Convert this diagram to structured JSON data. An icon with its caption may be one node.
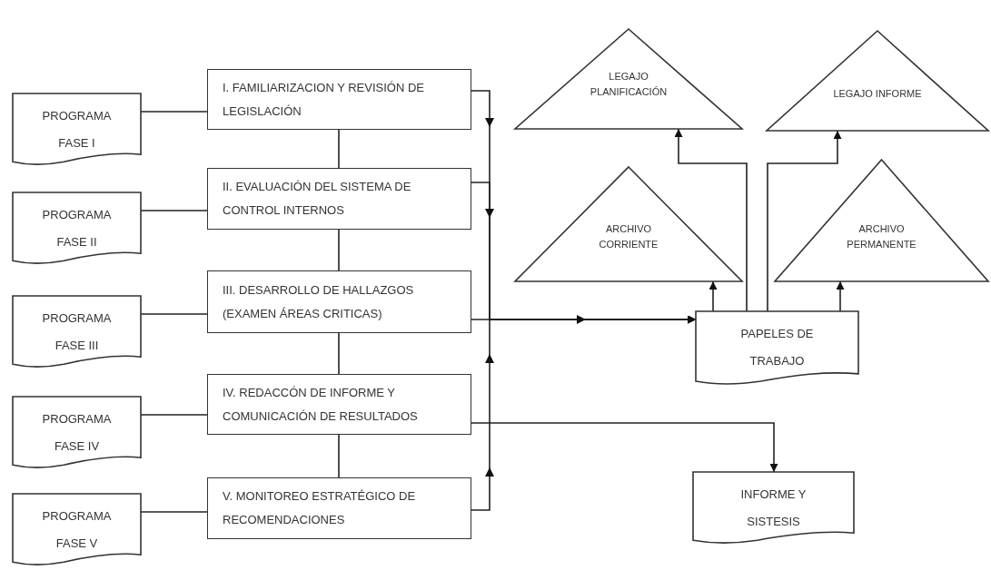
{
  "diagram": {
    "nodes": [
      {
        "text": [
          "I. FAMILIARIZACION Y REVISIÓN DE LEGISLACIÓN"
        ]
      },
      {
        "text": [
          "II.  EVALUACIÓN  DEL SISTEMA DE CONTROL INTERNOS"
        ]
      },
      {
        "text": [
          "III. DESARROLLO DE HALLAZGOS (EXAMEN ÁREAS CRITICAS)"
        ]
      },
      {
        "text": [
          "IV. REDACCÓN DE INFORME Y COMUNICACIÓN DE RESULTADOS"
        ]
      },
      {
        "text": [
          "V. MONITOREO ESTRATÉGICO DE RECOMENDACIONES"
        ]
      },
      {
        "text": [
          "PROGRAMA FASE I"
        ]
      },
      {
        "text": [
          "PROGRAMA FASE II"
        ]
      },
      {
        "text": [
          "PROGRAMA FASE III"
        ]
      },
      {
        "text": [
          "PROGRAMA FASE IV"
        ]
      },
      {
        "text": [
          "PROGRAMA FASE V"
        ]
      },
      {
        "text": [
          "LEGAJO PLANIFICACIÓN"
        ]
      },
      {
        "text": [
          "LEGAJO INFORME"
        ]
      },
      {
        "text": [
          "ARCHIVO CORRIENTE"
        ]
      },
      {
        "text": [
          "ARCHIVO PERMANENTE"
        ]
      },
      {
        "text": [
          "PAPELES DE TRABAJO"
        ]
      },
      {
        "text": [
          "INFORME Y SISTESIS"
        ]
      }
    ],
    "edges": [
      {
        "from": 0,
        "to": 1,
        "arrow": "none"
      },
      {
        "from": 1,
        "to": 2,
        "arrow": "none"
      },
      {
        "from": 2,
        "to": 3,
        "arrow": "none"
      },
      {
        "from": 3,
        "to": 4,
        "arrow": "none"
      },
      {
        "from": 5,
        "to": 0,
        "arrow": "none"
      },
      {
        "from": 6,
        "to": 1,
        "arrow": "none"
      },
      {
        "from": 7,
        "to": 2,
        "arrow": "none"
      },
      {
        "from": 8,
        "to": 3,
        "arrow": "none"
      },
      {
        "from": 9,
        "to": 4,
        "arrow": "none"
      },
      {
        "from": 0,
        "to": 14,
        "arrow": "to"
      },
      {
        "from": 1,
        "to": 14,
        "arrow": "to"
      },
      {
        "from": 2,
        "to": 14,
        "arrow": "to"
      },
      {
        "from": 4,
        "to": 14,
        "arrow": "to"
      },
      {
        "from": 3,
        "to": 15,
        "arrow": "to"
      },
      {
        "from": 14,
        "to": 10,
        "arrow": "to"
      },
      {
        "from": 14,
        "to": 11,
        "arrow": "to"
      },
      {
        "from": 14,
        "to": 12,
        "arrow": "to"
      },
      {
        "from": 14,
        "to": 13,
        "arrow": "to"
      }
    ]
  }
}
